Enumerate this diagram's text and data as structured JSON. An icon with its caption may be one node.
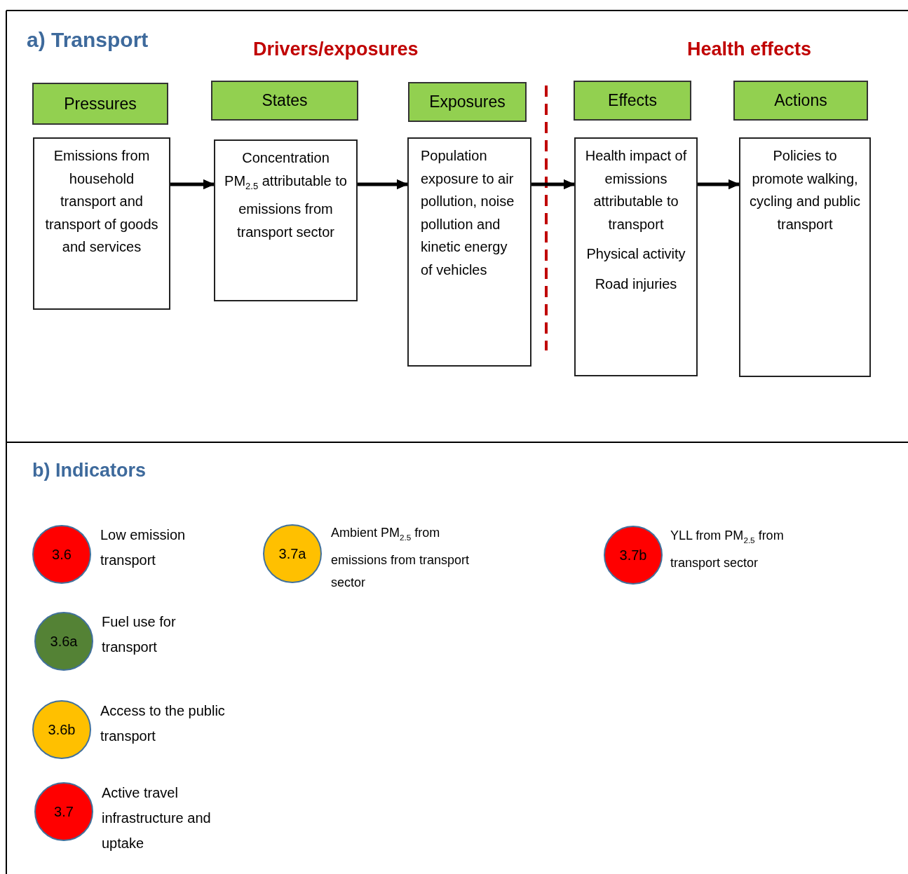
{
  "diagram": {
    "nodes": [
      {
        "text": [
          "Pressures"
        ]
      },
      {
        "text": [
          "States"
        ]
      },
      {
        "text": [
          "Exposures"
        ]
      },
      {
        "text": [
          "Effects"
        ]
      },
      {
        "text": [
          "Actions"
        ]
      },
      {
        "text": [
          "Emissions from household transport and transport of goods and services"
        ]
      },
      {
        "text": [
          "Concentration PM$_{2.5}$ attributable to emissions from transport sector"
        ]
      },
      {
        "text": [
          "Population exposure to air pollution, noise pollution and kinetic energy of vehicles"
        ]
      },
      {
        "text": [
          "Health impact of emissions attributable to transport",
          "Physical activity",
          "Road injuries"
        ]
      },
      {
        "text": [
          "Policies to promote walking, cycling and public transport"
        ]
      },
      {
        "text": [
          "3.6"
        ],
        "beside": [
          "Low emission transport"
        ]
      },
      {
        "text": [
          "3.7a"
        ],
        "beside": [
          "Ambient PM$_{2.5}$ from emissions from transport sector"
        ]
      },
      {
        "text": [
          "3.7b"
        ],
        "beside": [
          "YLL from PM$_{2.5}$ from transport sector"
        ]
      },
      {
        "text": [
          "3.6a"
        ],
        "beside": [
          "Fuel use for transport"
        ]
      },
      {
        "text": [
          "3.6b"
        ],
        "beside": [
          "Access to the public transport"
        ]
      },
      {
        "text": [
          "3.7"
        ],
        "beside": [
          "Active travel infrastructure and uptake"
        ]
      }
    ],
    "edges": [
      {
        "from": 5,
        "to": 6,
        "arrow": "to"
      },
      {
        "from": 6,
        "to": 7,
        "arrow": "to"
      },
      {
        "from": 7,
        "to": 8,
        "arrow": "to"
      },
      {
        "from": 8,
        "to": 9,
        "arrow": "to"
      }
    ],
    "labels": [
      "a) Transport",
      "Drivers/exposures",
      "Health effects",
      "b) Indicators"
    ]
  }
}
